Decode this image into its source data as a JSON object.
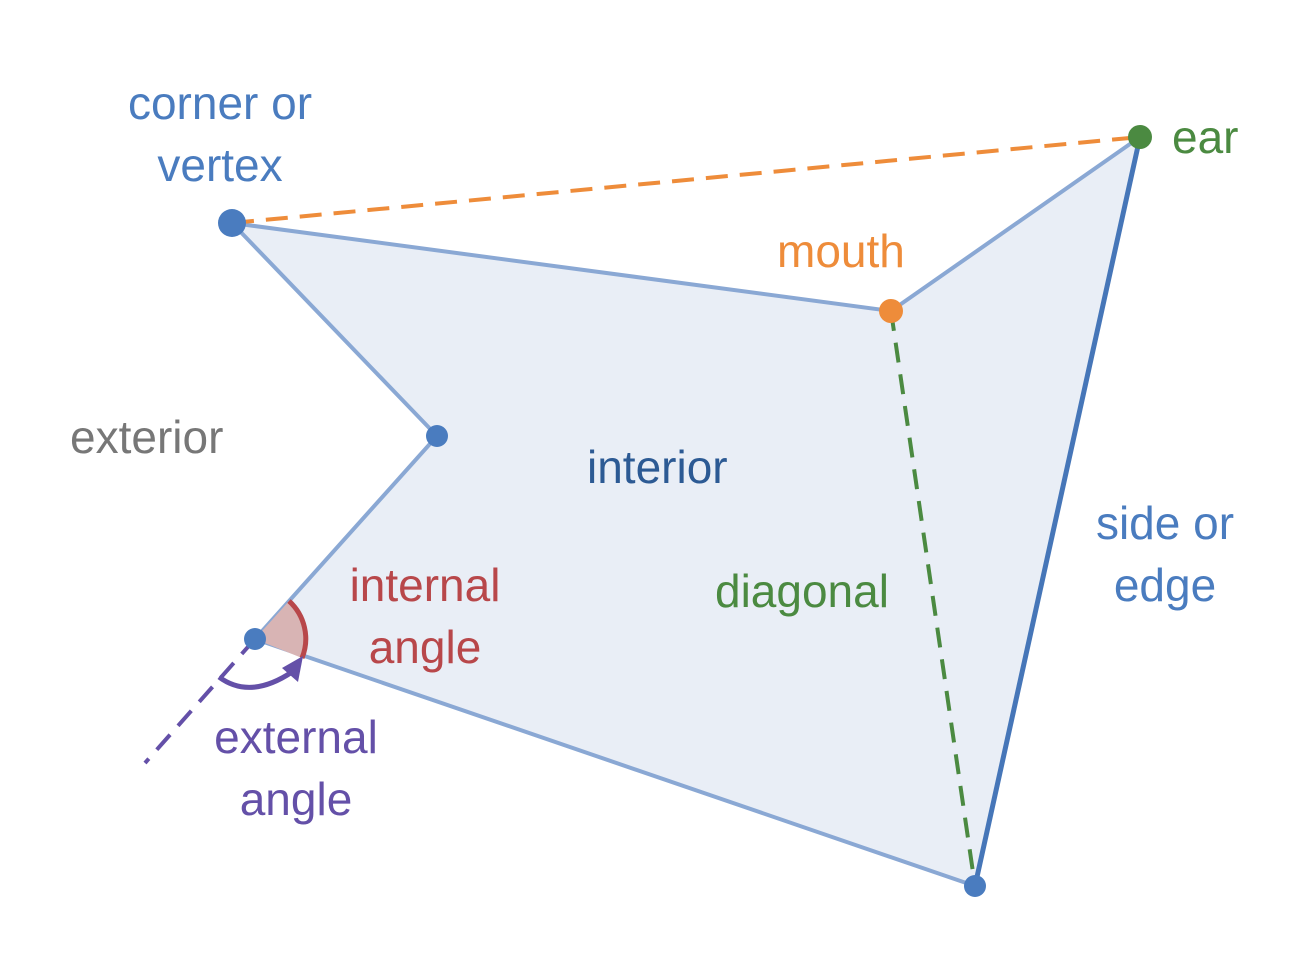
{
  "colors": {
    "vertex_blue": "#4a7cbf",
    "edge_blue": "#8aa8d4",
    "side_blue": "#4676b8",
    "fill": "#e9eef6",
    "interior_text": "#2c5a94",
    "exterior_text": "#777777",
    "internal_red": "#b8474a",
    "internal_fill": "#d8b4b4",
    "diagonal_green": "#4b8a41",
    "mouth_orange": "#ee8c3a",
    "external_purple": "#6450a8"
  },
  "labels": {
    "corner_line1": "corner or",
    "corner_line2": "vertex",
    "ear": "ear",
    "mouth": "mouth",
    "exterior": "exterior",
    "interior": "interior",
    "side_line1": "side or",
    "side_line2": "edge",
    "internal_line1": "internal",
    "internal_line2": "angle",
    "diagonal": "diagonal",
    "external_line1": "external",
    "external_line2": "angle"
  }
}
